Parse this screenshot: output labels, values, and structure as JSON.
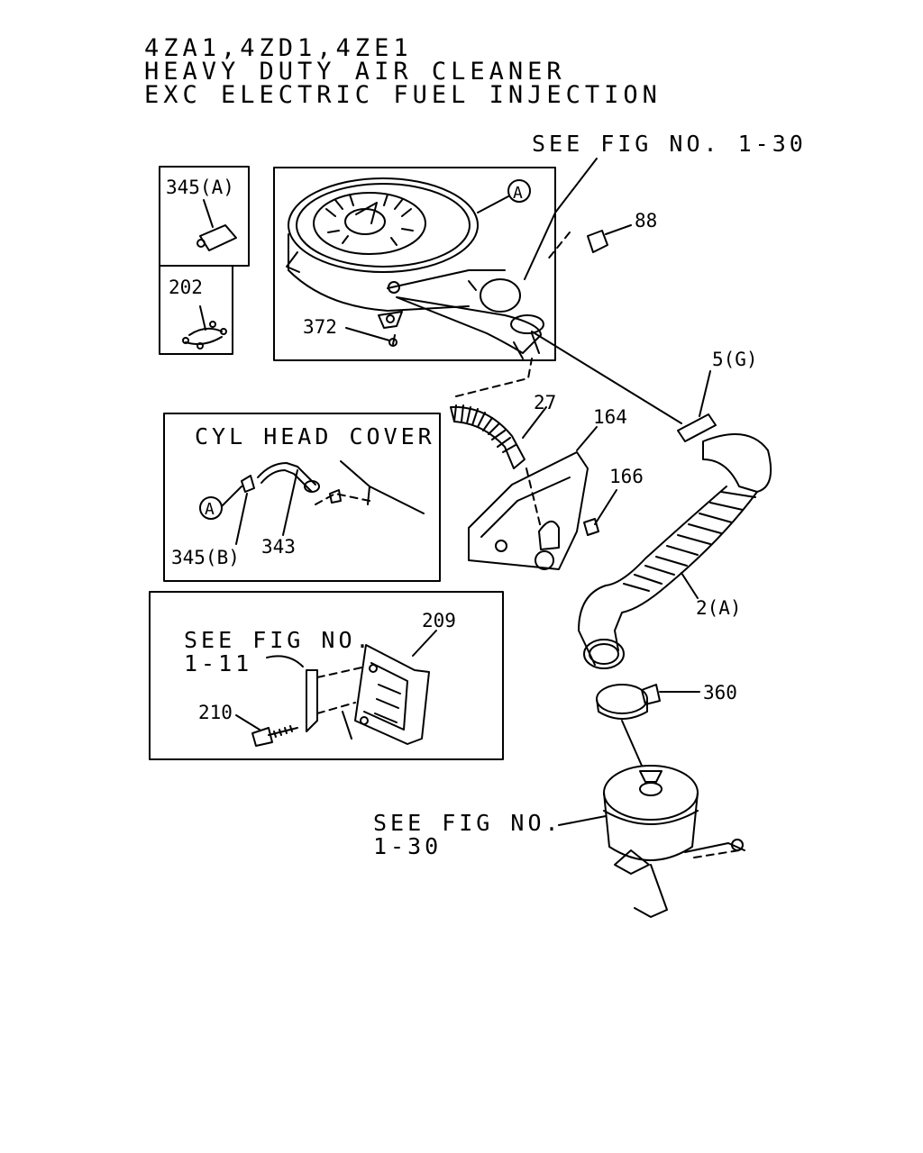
{
  "header": {
    "line1": "4ZA1,4ZD1,4ZE1",
    "line2": "HEAVY DUTY AIR CLEANER",
    "line3": "EXC ELECTRIC FUEL INJECTION"
  },
  "callouts": {
    "see_fig_top": "SEE FIG NO. 1-30",
    "cyl_head_cover": "CYL HEAD COVER",
    "see_fig_bracket_line1": "SEE FIG NO.",
    "see_fig_bracket_line2": "1-11",
    "see_fig_bottom_line1": "SEE FIG NO.",
    "see_fig_bottom_line2": "1-30",
    "ref_a_top": "A",
    "ref_a_inset": "A"
  },
  "part_labels": {
    "p345a": "345(A)",
    "p202": "202",
    "p372": "372",
    "p88": "88",
    "p5g": "5(G)",
    "p27": "27",
    "p164": "164",
    "p166": "166",
    "p2a": "2(A)",
    "p360": "360",
    "p345b": "345(B)",
    "p343": "343",
    "p209": "209",
    "p210": "210"
  }
}
